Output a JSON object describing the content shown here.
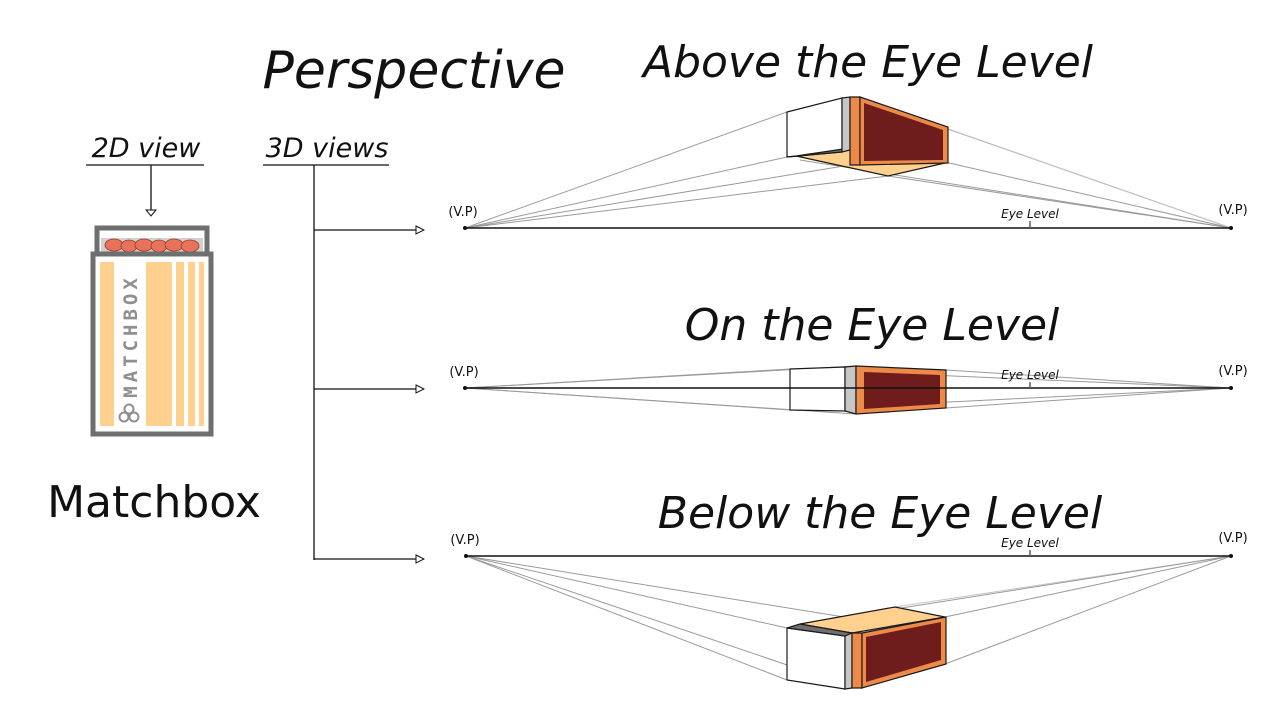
{
  "title": "Perspective",
  "left_panel": {
    "view_2d_label": "2D view",
    "box_brand": "MATCHBOX",
    "caption": "Matchbox"
  },
  "views_3d_label": "3D views",
  "vanishing_point_label": "(V.P)",
  "eye_level_label": "Eye Level",
  "views": [
    {
      "heading": "Above the Eye Level"
    },
    {
      "heading": "On the Eye Level"
    },
    {
      "heading": "Below the Eye Level"
    }
  ],
  "colors": {
    "striker": "#6e1c1c",
    "orange_edge": "#ee8a48",
    "peach": "#ffd08e",
    "grey_edge": "#c7c7c7",
    "frame_grey": "#6f6f6f",
    "match_heads": "#e8735a"
  },
  "icons": [
    "matchbox-2d-icon",
    "logo-mark-icon",
    "arrow-head-icon",
    "vanishing-point-icon"
  ]
}
